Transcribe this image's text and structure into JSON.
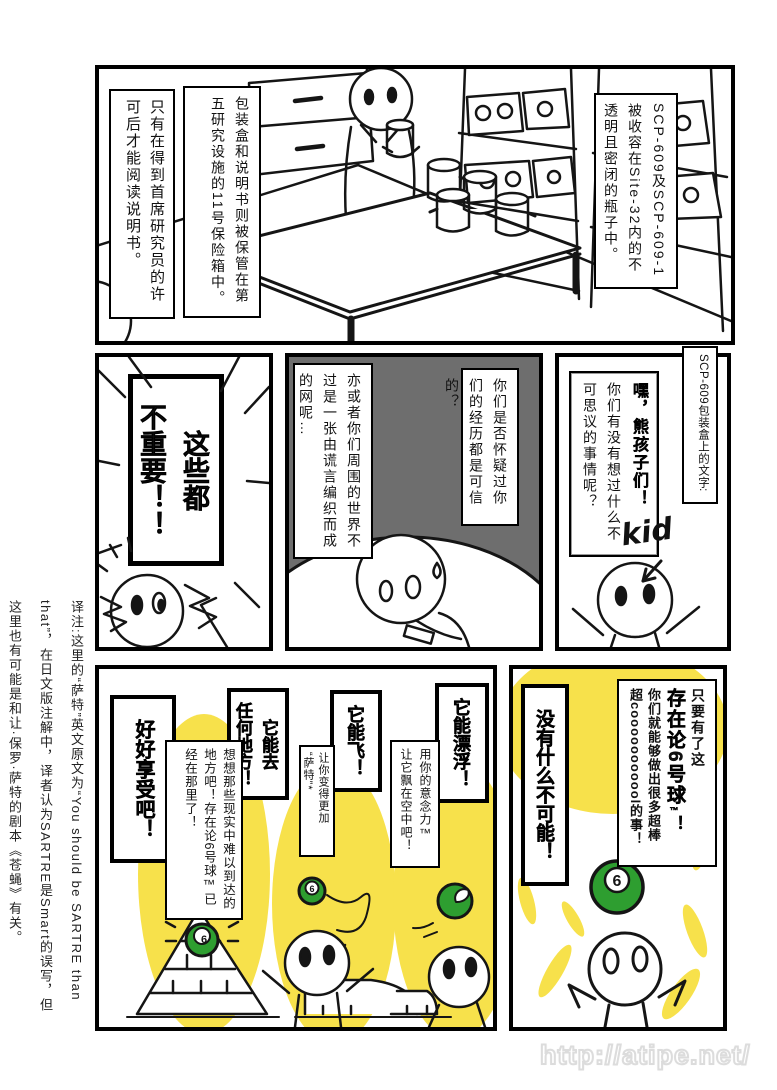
{
  "page": {
    "watermark": "http://atipe.net/"
  },
  "translator_note": "译注:这里的“萨特”英文原文为“You should be SARTRE than that”，在日文版注解中，译者认为SARTRE是Smart的误写，但这里也有可能是和让·保罗·萨特的剧本《苍蝇》有关。",
  "panel_storage": {
    "caption_bottle": "SCP-609及SCP-609-1被收容在Site-32内的不透明且密闭的瓶子中。",
    "caption_safe": "包装盒和说明书则被保管在第五研究设施的11号保险箱中。",
    "caption_permission": "只有在得到首席研究员的许可后才能阅读说明书。"
  },
  "panel_box_text": {
    "label": "SCP-609包装盒上的文字:",
    "greeting_bold": "嘿，熊孩子们！",
    "greeting_rest": "你们有没有想过什么不可思议的事情呢？",
    "kid_note": "kid",
    "doubt_experience": "你们是否怀疑过你们的经历都是可信的？",
    "doubt_web": "亦或者你们周围的世界不过是一张由谎言编织而成的网呢…",
    "shout_parts": [
      "这些都",
      "不重要！！"
    ]
  },
  "panel_ad": {
    "headline_prefix": "只要有了这",
    "headline_product": "存在论6号球",
    "headline_tm": "™",
    "headline_bang": "！",
    "headline_rest": [
      "你们就能够做出很多超棒",
      "超cooooooooool的事！"
    ],
    "no_impossible": "没有什么不可能！",
    "float_bold": "它能漂浮！",
    "float_sub": [
      "用你的意念力™",
      "让它飘在空中吧！"
    ],
    "fly_bold": "它能飞！",
    "fly_sub": [
      "让你变得更加",
      "“萨特”*"
    ],
    "go_bold_parts": [
      "它能去",
      "任何地方！"
    ],
    "go_sub": "想想那些现实中难以到达的地方吧！存在论6号球™已经在那里了！",
    "enjoy_bold": "好好享受吧！",
    "ball_number": "6"
  },
  "colors": {
    "yellow": "#F7E14B",
    "panel_gray": "#6E6E6E",
    "ball_green": "#2E9E30",
    "watermark_gray": "#DCDCDC"
  }
}
